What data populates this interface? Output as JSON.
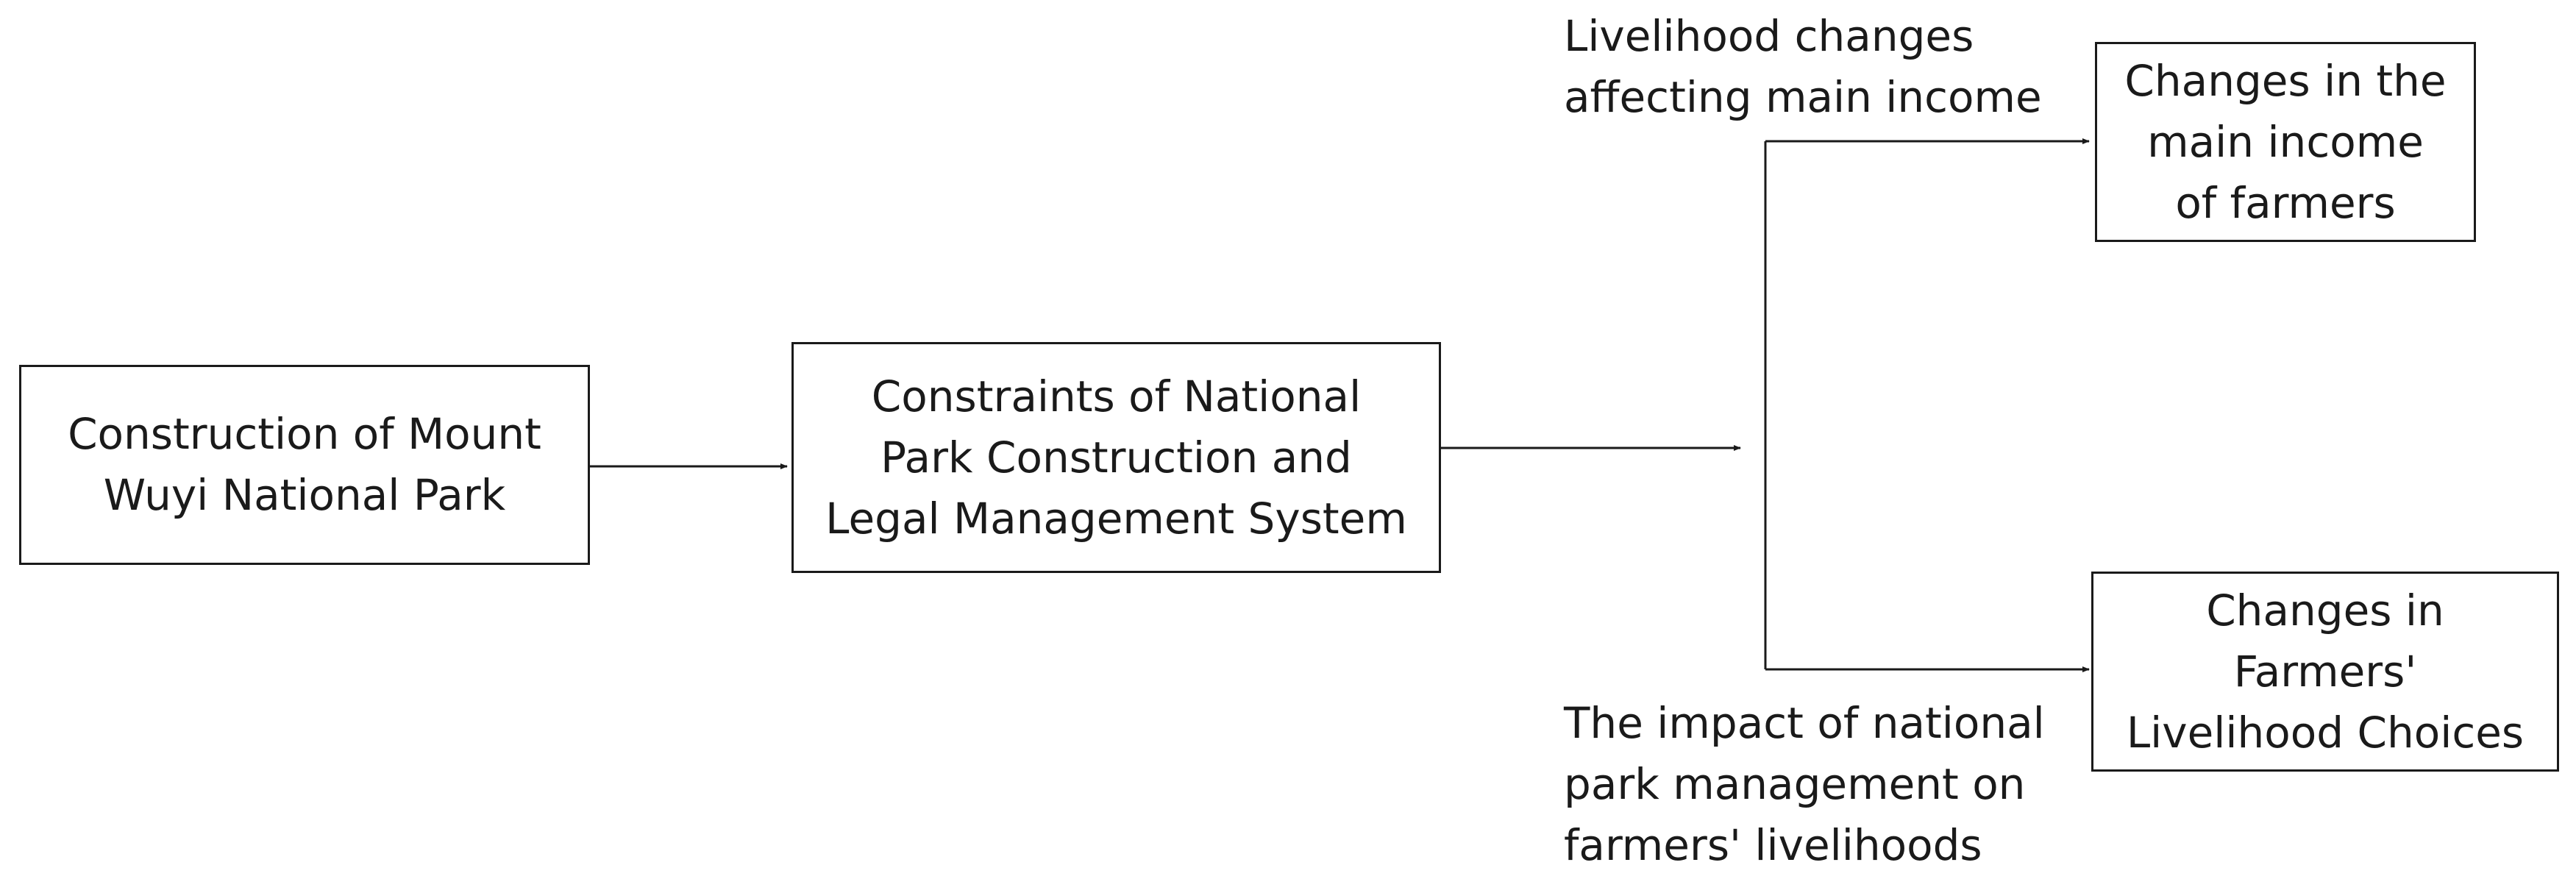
{
  "diagram": {
    "nodes": {
      "park_construction": "Construction of Mount\nWuyi National Park",
      "constraints": "Constraints of National\nPark Construction and\nLegal Management System",
      "main_income": "Changes in the\nmain income\nof farmers",
      "livelihood_choices": "Changes in\nFarmers'\nLivelihood Choices"
    },
    "edge_labels": {
      "income_path": "Livelihood changes\naffecting main income",
      "management_path": "The impact of national\npark management on\nfarmers' livelihoods"
    }
  }
}
